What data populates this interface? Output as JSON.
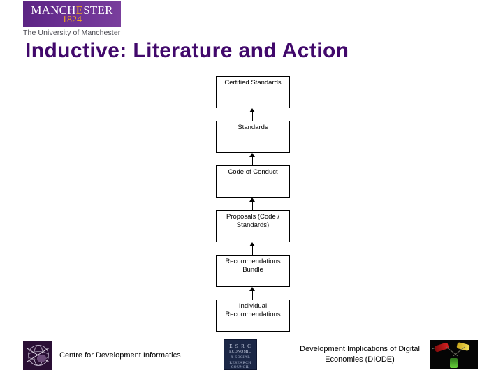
{
  "branding": {
    "logo_name_pre": "MANCH",
    "logo_name_hi": "E",
    "logo_name_post": "STER",
    "logo_year": "1824",
    "logo_subtitle": "The University of Manchester",
    "logo_purple": "#612d8b",
    "logo_gold": "#f0a81e"
  },
  "slide": {
    "title": "Inductive: Literature and Action",
    "title_color": "#41086b"
  },
  "diagram": {
    "type": "flow",
    "direction": "bottom-to-top",
    "nodes": [
      {
        "label": "Certified Standards"
      },
      {
        "label": "Standards"
      },
      {
        "label": "Code of Conduct"
      },
      {
        "label": "Proposals (Code / Standards)"
      },
      {
        "label": "Recommendations Bundle"
      },
      {
        "label": "Individual Recommendations"
      }
    ],
    "arrows": [
      {
        "from": "Standards",
        "to": "Certified Standards"
      },
      {
        "from": "Code of Conduct",
        "to": "Standards"
      },
      {
        "from": "Proposals (Code / Standards)",
        "to": "Code of Conduct"
      },
      {
        "from": "Recommendations Bundle",
        "to": "Proposals (Code / Standards)"
      },
      {
        "from": "Individual Recommendations",
        "to": "Recommendations Bundle"
      }
    ]
  },
  "footer": {
    "cdi_label": "Centre for Development Informatics",
    "esrc_line1": "E·S·R·C",
    "esrc_line2": "ECONOMIC",
    "esrc_line3": "& SOCIAL",
    "esrc_line4": "RESEARCH COUNCIL",
    "diode_label": "Development Implications of Digital Economies (DIODE)"
  }
}
